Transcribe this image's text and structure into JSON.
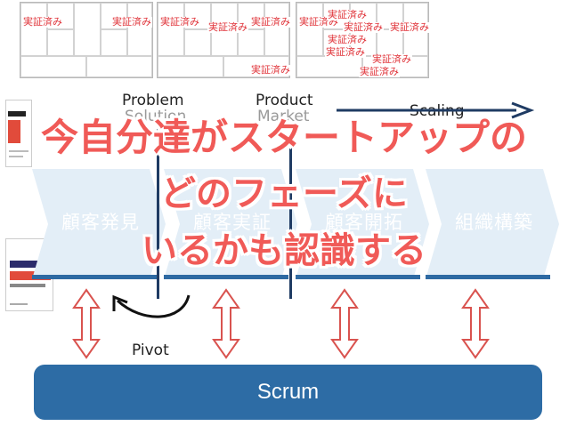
{
  "canvases": [
    {
      "stamps": [
        "実証済み",
        "実証済み"
      ]
    },
    {
      "stamps": [
        "実証済み",
        "実証済み",
        "実証済み",
        "実証済み"
      ]
    },
    {
      "stamps": [
        "実証済み",
        "実証済み",
        "実証済み",
        "実証済み",
        "実証済み",
        "実証済み",
        "実証済み",
        "実証済み"
      ]
    }
  ],
  "stage_labels": {
    "problem": "Problem",
    "solution": "Solution",
    "product": "Product",
    "market": "Market",
    "scaling": "Scaling"
  },
  "stages": [
    "顧客発見",
    "顧客実証",
    "顧客開拓",
    "組織構築"
  ],
  "headline": {
    "line1": "今自分達がスタートアップの",
    "line2": "どのフェーズに",
    "line3": "いるかも認識する"
  },
  "pivot_label": "Pivot",
  "scrum_label": "Scrum",
  "colors": {
    "stamp": "#e0343a",
    "headline": "#f05a57",
    "chevron": "#e3eef7",
    "scrum": "#2d6ca5",
    "arrow": "#d9534f"
  }
}
